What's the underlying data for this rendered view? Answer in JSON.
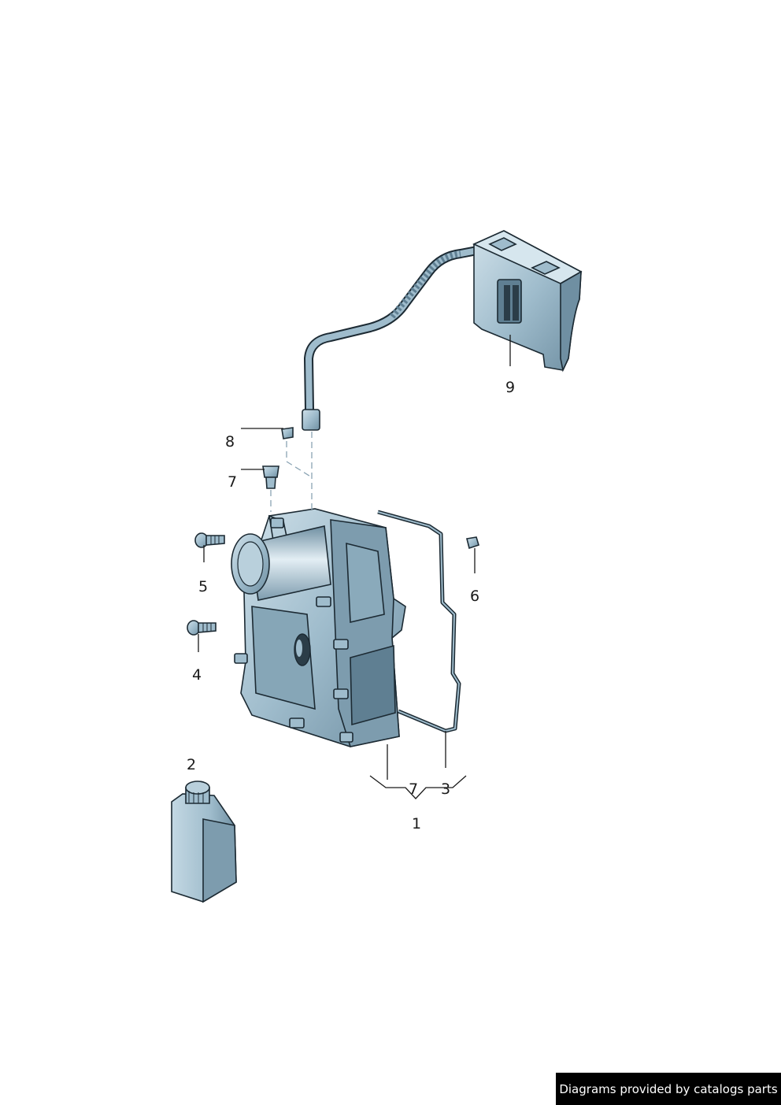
{
  "callouts": {
    "c1": "1",
    "c2": "2",
    "c3": "3",
    "c4": "4",
    "c5": "5",
    "c6": "6",
    "c7_top": "7",
    "c7_bottom": "7",
    "c8": "8",
    "c9": "9"
  },
  "footer": {
    "credit": "Diagrams provided by catalogs parts"
  },
  "colors": {
    "part_fill": "#9fbccc",
    "part_shadow": "#6f8fa2",
    "part_highlight": "#d6e6ee",
    "outline": "#1c2a33",
    "banner_bg": "#000000"
  }
}
